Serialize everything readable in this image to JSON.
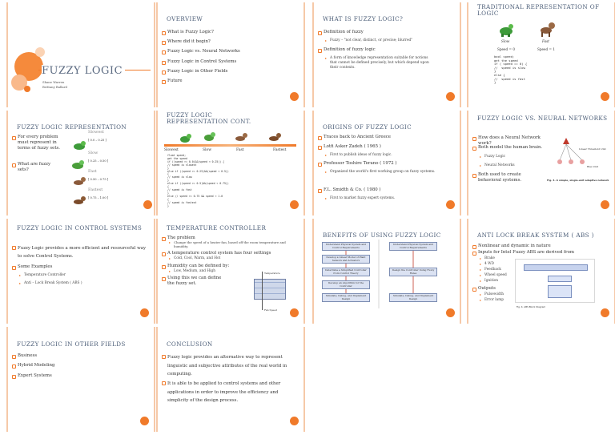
{
  "s1": {
    "title": "FUZZY LOGIC",
    "author1": "Shane Warren",
    "author2": "Brittany Ballard"
  },
  "s2": {
    "title": "OVERVIEW",
    "items": [
      "What is Fuzzy Logic?",
      "Where did it begin?",
      "Fuzzy Logic vs. Neural Networks",
      "Fuzzy Logic in Control Systems",
      "Fuzzy Logic in Other Fields",
      "Future"
    ]
  },
  "s3": {
    "title": "WHAT IS FUZZY LOGIC?",
    "b1": "Definition of fuzzy",
    "b1s": "Fuzzy – \"not clear, distinct, or precise; blurred\"",
    "b2": "Definition of fuzzy logic",
    "b2s": "A form of knowledge representation suitable for notions that cannot be defined precisely, but which depend upon their contexts."
  },
  "s4": {
    "title": "TRADITIONAL REPRESENTATION OF LOGIC",
    "slow": "Slow",
    "fast": "Fast",
    "speed0": "Speed = 0",
    "speed1": "Speed = 1",
    "code": "bool speed;\nget the speed\nif ( speed == 0) {\n//  speed is slow\n}\nelse {\n//  speed is fast\n}"
  },
  "s5": {
    "title": "FUZZY LOGIC REPRESENTATION",
    "b1": "For every problem must represent in terms of fuzzy sets.",
    "b2": "What are fuzzy sets?",
    "labels": [
      "Slowest",
      "[ 0.0 – 0.25 ]",
      "Slow",
      "[ 0.25 – 0.50 ]",
      "Fast",
      "[ 0.50 – 0.75 ]",
      "Fastest",
      "[ 0.75 – 1.00 ]"
    ]
  },
  "s6": {
    "title": "FUZZY LOGIC REPRESENTATION CONT.",
    "scale": [
      "Slowest",
      "Slow",
      "Fast",
      "Fastest"
    ],
    "code": "float speed;\nget the speed\nif ((speed >= 0.0)&&(speed < 0.25)) {\n// speed is slowest\n}\nelse if ((speed >= 0.25)&&(speed < 0.5))\n{\n// speed is slow\n}\nelse if ((speed >= 0.5)&&(speed < 0.75))\n{\n// speed is fast\n}\nelse // speed >= 0.75 && speed < 1.0\n{\n// speed is fastest\n}"
  },
  "s7": {
    "title": "ORIGINS OF FUZZY LOGIC",
    "items": [
      "Traces back to Ancient Greece",
      "Lotfi Asker Zadeh ( 1965 )",
      "Professor Toshire Terano ( 1972 )",
      "F.L. Smidth & Co. ( 1980 )"
    ],
    "subs": [
      "First to publish ideas of fuzzy logic.",
      "Organized the world's first working group on fuzzy systems.",
      "First to market fuzzy expert systems."
    ]
  },
  "s8": {
    "title": "FUZZY LOGIC VS. NEURAL NETWORKS",
    "items": [
      "How does a Neural Network work?",
      "Both model the human brain.",
      "Both used to create behavioral systems."
    ],
    "subs": [
      "Fuzzy Logic",
      "Neural Networks"
    ],
    "fig": "Fig. 4. A simple, single-unit adaptive network",
    "diagram": [
      "Linear Threshold Unit",
      "Bias Unit"
    ]
  },
  "s9": {
    "title": "FUZZY LOGIC IN CONTROL SYSTEMS",
    "b1": "Fuzzy Logic provides a more efficient and resourceful way to solve Control Systems.",
    "b2": "Some Examples",
    "subs": [
      "Temperature Controller",
      "Anti – Lock Break System ( ABS )"
    ]
  },
  "s10": {
    "title": "TEMPERATURE CONTROLLER",
    "items": [
      "The problem",
      "A temperature control system has four settings",
      "Humidity can be defined by:",
      "Using this we can define the fuzzy set."
    ],
    "subs": [
      "Change the speed of a heater fan, based off the room temperature and humidity.",
      "Cold, Cool, Warm, and Hot",
      "Low, Medium, and High"
    ],
    "axis1": "Temperature",
    "axis2": "Fan Speed"
  },
  "s11": {
    "title": "BENEFITS OF USING FUZZY LOGIC",
    "left": [
      "Understand Physical System and Control Requirements",
      "Develop a Linear Model of Plant Sensors and Actuators",
      "Determine a Simplified Controller from Control Theory",
      "Develop an Algorithm for the Controller",
      "Simulate, Debug, and Implement Design"
    ],
    "right": [
      "Understand Physical System and Control Requirements",
      "Design the Controller Using Fuzzy Rules",
      "Simulate, Debug, and Implement Design"
    ]
  },
  "s12": {
    "title": "ANTI LOCK BREAK SYSTEM ( ABS )",
    "items": [
      "Nonlinear and dynamic in nature",
      "Inputs for Intel Fuzzy ABS are derived from",
      "Outputs"
    ],
    "subs1": [
      "Brake",
      "4 WD",
      "Feedback",
      "Wheel speed",
      "Ignition"
    ],
    "subs2": [
      "Pulsewidth",
      "Error lamp"
    ],
    "fig": "Fig. 4. ABS Block Diagram"
  },
  "s13": {
    "title": "FUZZY LOGIC IN OTHER FIELDS",
    "items": [
      "Business",
      "Hybrid Modeling",
      "Expert Systems"
    ]
  },
  "s14": {
    "title": "CONCLUSION",
    "b1": "Fuzzy logic provides an alternative way to represent linguistic and subjective attributes of the real world in computing.",
    "b2": "It is able to be applied to control systems and other applications in order to improve the efficiency and simplicity of the design process."
  }
}
